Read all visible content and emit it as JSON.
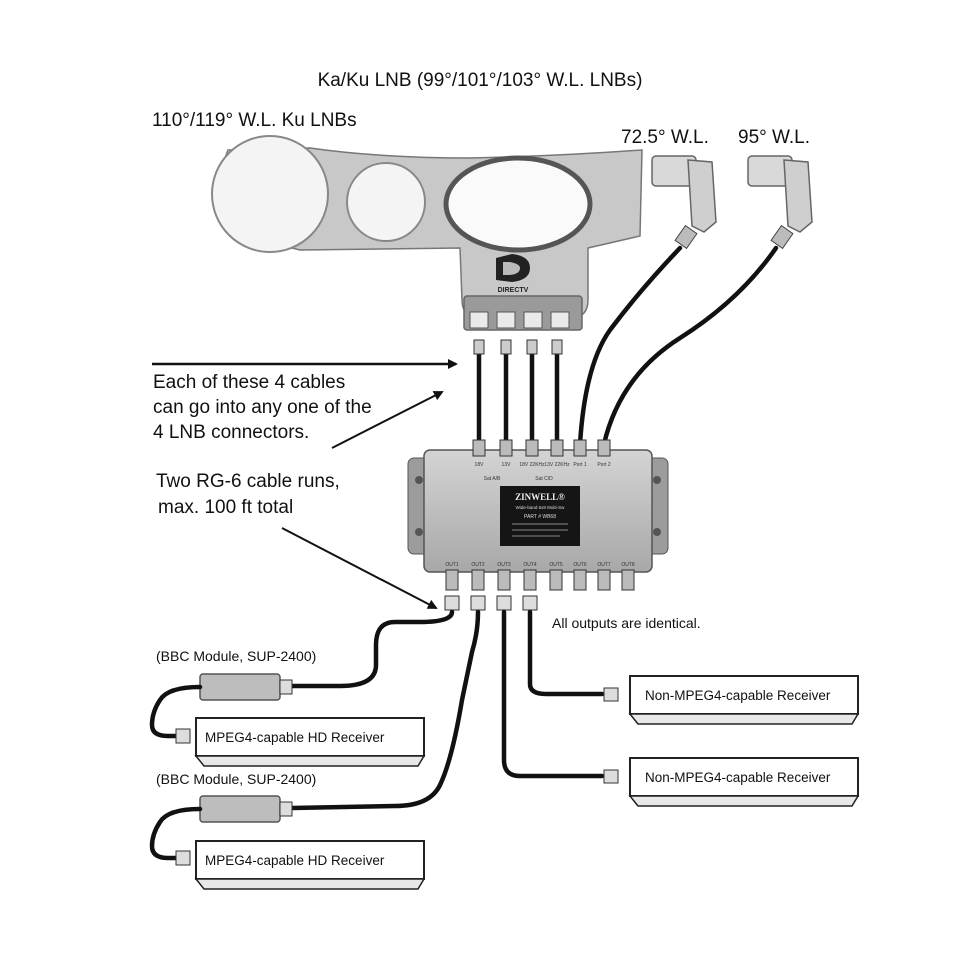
{
  "labels": {
    "kaku_lnb": "Ka/Ku LNB (99°/101°/103° W.L. LNBs)",
    "ku_lnbs": "110°/119° W.L. Ku LNBs",
    "lnb_72": "72.5° W.L.",
    "lnb_95": "95° W.L.",
    "cables_note": [
      "Each of these 4 cables",
      "can go into any one of the",
      "4 LNB connectors."
    ],
    "runs_note": [
      "Two RG-6 cable runs,",
      "max. 100 ft total"
    ],
    "outputs_note": "All outputs are identical.",
    "bbc_module_1": "(BBC Module, SUP-2400)",
    "bbc_module_2": "(BBC Module, SUP-2400)"
  },
  "dish": {
    "logo": "DIRECTV"
  },
  "multiswitch": {
    "brand": "ZINWELL®",
    "subtitle": "Wide-band 6x8 Multi-Sw",
    "model": "PART # WB68",
    "inputs": [
      "18V",
      "13V",
      "18V 22KHz",
      "13V 22KHz",
      "Port 1",
      "Port 2"
    ],
    "input_groups": [
      "Sat A/B",
      "Sat C/D"
    ],
    "outputs": [
      "OUT1",
      "OUT2",
      "OUT3",
      "OUT4",
      "OUT5",
      "OUT6",
      "OUT7",
      "OUT8"
    ]
  },
  "receivers": [
    {
      "label": "MPEG4-capable HD Receiver"
    },
    {
      "label": "MPEG4-capable HD Receiver"
    },
    {
      "label": "Non-MPEG4-capable Receiver"
    },
    {
      "label": "Non-MPEG4-capable Receiver"
    }
  ]
}
